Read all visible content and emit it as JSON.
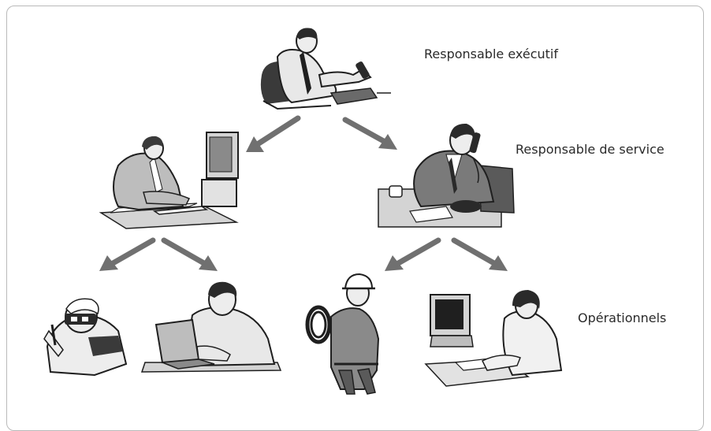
{
  "labels": {
    "executive": "Responsable exécutif",
    "service": "Responsable de service",
    "operational": "Opérationnels"
  },
  "colors": {
    "arrow": "#707070",
    "frame": "#b9b9b9",
    "ink": "#1f1f1f",
    "shade": "#8a8a8a",
    "light": "#d4d4d4"
  },
  "figures": [
    {
      "name": "executive-on-phone-figure"
    },
    {
      "name": "manager-at-computer-figure"
    },
    {
      "name": "manager-on-phone-figure"
    },
    {
      "name": "technician-with-visor-figure"
    },
    {
      "name": "worker-at-laptop-figure"
    },
    {
      "name": "construction-worker-figure"
    },
    {
      "name": "operator-at-monitor-figure"
    }
  ]
}
